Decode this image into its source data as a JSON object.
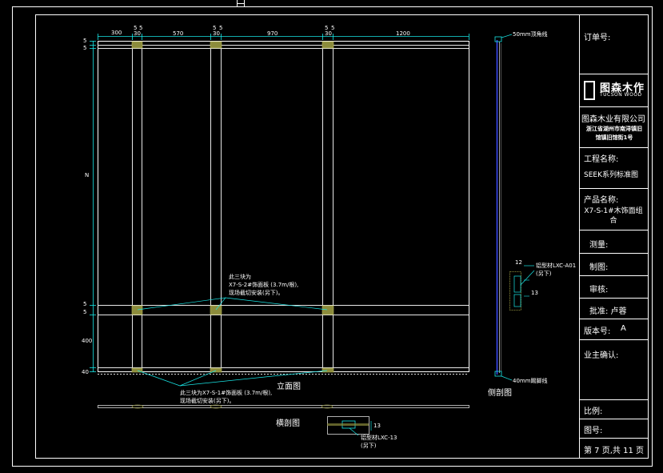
{
  "title_block": {
    "order_no_label": "订单号:",
    "logo_cn": "图森木作",
    "logo_en": "TUCSON WOOD",
    "company_name": "图森木业有限公司",
    "company_address": "浙江省湖州市南浔镇旧馆镇旧馆街1号",
    "project_label": "工程名称:",
    "project_value": "SEEK系列标准图",
    "product_label": "产品名称:",
    "product_value": "X7-S-1#木饰面组合",
    "survey_label": "测量:",
    "draw_label": "制图:",
    "review_label": "审核:",
    "approve_label": "批准: 卢蓉",
    "version_label": "版本号:",
    "version_value": "A",
    "owner_label": "业主确认:",
    "scale_label": "比例:",
    "drawing_no_label": "图号:",
    "page_label": "第 7 页,共 11 页"
  },
  "views": {
    "elevation_title": "立面图",
    "side_title": "侧剖图",
    "cross_title": "横剖图"
  },
  "dimensions": {
    "top": [
      "300",
      "5",
      "5",
      "30",
      "570",
      "5",
      "5",
      "30",
      "970",
      "5",
      "5",
      "30",
      "1200"
    ],
    "left": [
      "5",
      "5",
      "N",
      "5",
      "5",
      "400",
      "40"
    ]
  },
  "annotations": {
    "upper_note_1": "此三块为",
    "upper_note_2": "X7-S-2#饰面板 (3.7m/根),",
    "upper_note_3": "现场截切安装(另下)。",
    "lower_note_1": "此三块为X7-S-1#饰面板 (3.7m/根),",
    "lower_note_2": "现场截切安装(另下)。",
    "side_top": "50mm顶角线",
    "side_bottom": "40mm踢脚线",
    "side_profile_1": "铝型材LXC-A01",
    "side_profile_2": "(另下)",
    "side_dim_1": "12",
    "side_dim_2": "13",
    "cross_profile_1": "铝型材LXC-13",
    "cross_profile_2": "(另下)",
    "cross_dim": "13"
  },
  "colors": {
    "line": "#ffffff",
    "dim": "#19e6e6",
    "panel": "#8c8c3c",
    "accent": "#3c4cff"
  }
}
